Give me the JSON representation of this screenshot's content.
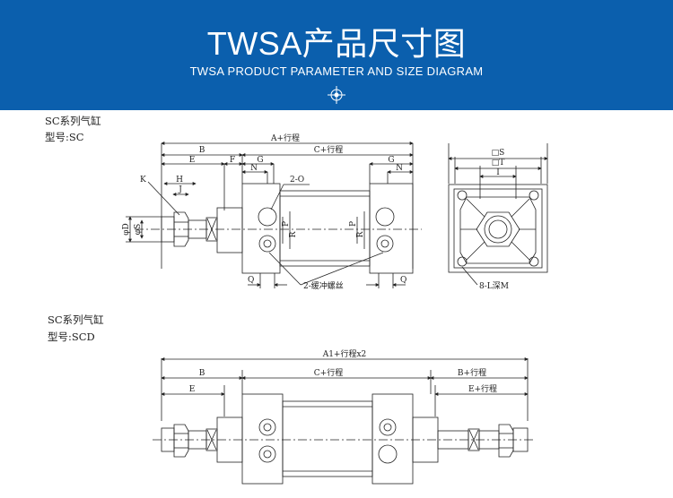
{
  "header": {
    "title": "TWSA产品尺寸图",
    "subtitle": "TWSA PRODUCT PARAMETER AND SIZE DIAGRAM",
    "background_color": "#0b5fad",
    "emblem_icon": "crosshair-emblem-icon"
  },
  "section_sc": {
    "series_label": "SC系列气缸",
    "model_label": "型号:SC",
    "dims": {
      "a_stroke": "A+行程",
      "b": "B",
      "c_stroke": "C+行程",
      "e": "E",
      "f": "F",
      "g_left": "G",
      "g_right": "G",
      "n_left": "N",
      "n_right": "N",
      "k": "K",
      "h": "H",
      "j": "J",
      "port": "2-O",
      "d1": "φD",
      "d2": "φS",
      "p_left": "P",
      "p_right": "P",
      "r_left": "R",
      "r_right": "R",
      "q_left": "Q",
      "q_right": "Q",
      "buffer_screw": "2-缓冲螺丝"
    },
    "end_view": {
      "s": "□S",
      "t": "□T",
      "i": "I",
      "thread": "8-L深M"
    }
  },
  "section_scd": {
    "series_label": "SC系列气缸",
    "model_label": "型号:SCD",
    "dims": {
      "a1": "A1+行程x2",
      "b_left": "B",
      "c_stroke": "C+行程",
      "b_stroke": "B+行程",
      "e_left": "E",
      "e_stroke": "E+行程"
    }
  },
  "colors": {
    "line": "#222222",
    "banner": "#0b5fad"
  }
}
